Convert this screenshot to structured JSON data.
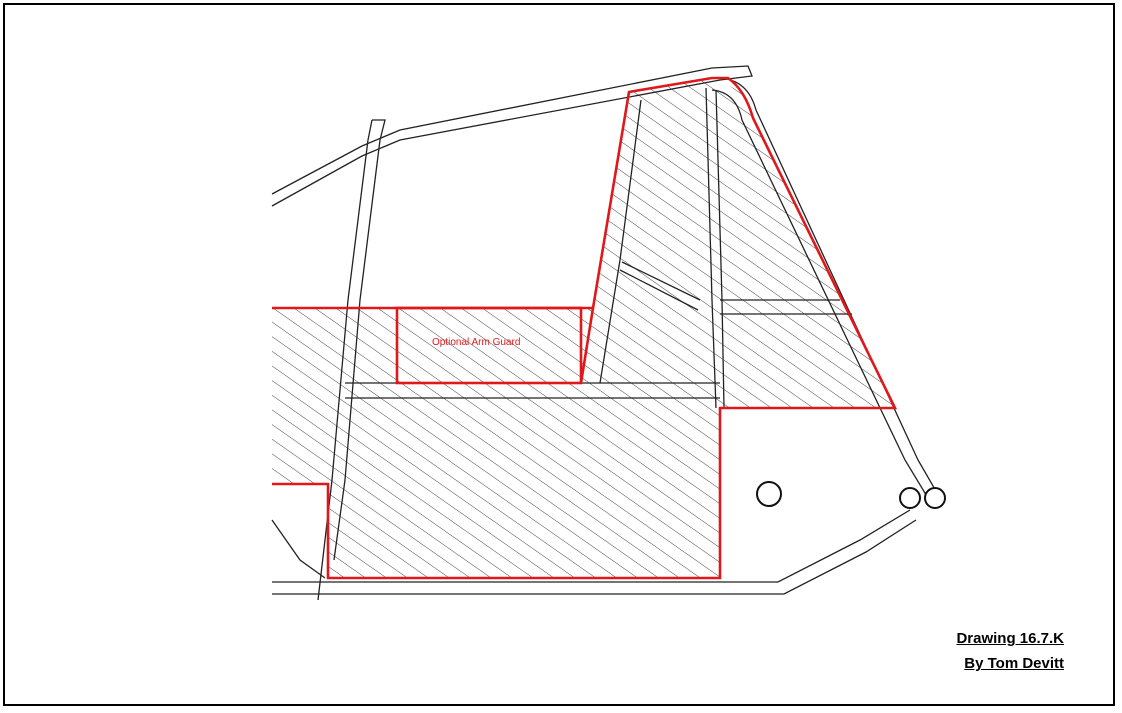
{
  "diagram": {
    "label_arm_guard": "Optional Arm Guard",
    "colors": {
      "outline": "#e0181b",
      "frame": "#222222",
      "hatch": "#333333"
    }
  },
  "caption": {
    "drawing_id": "Drawing 16.7.K",
    "author": "By Tom Devitt"
  }
}
